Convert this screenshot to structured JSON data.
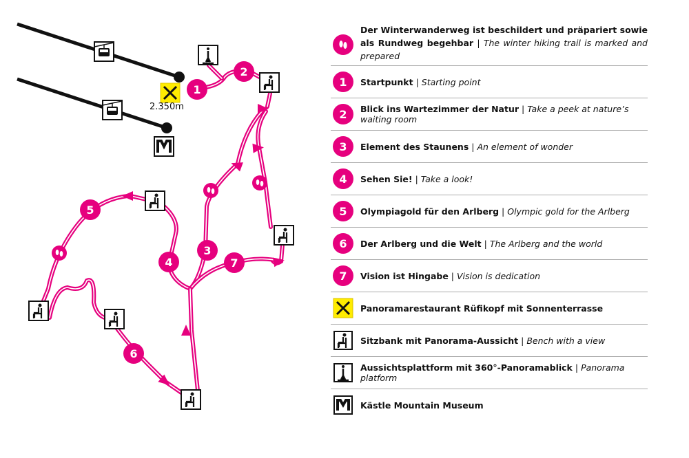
{
  "colors": {
    "trail": "#e6007e",
    "restaurant": "#ffec00",
    "lift": "#111111"
  },
  "map": {
    "altitude": "2.350m",
    "markers": [
      "1",
      "2",
      "3",
      "4",
      "5",
      "6",
      "7"
    ],
    "museum_letter": "M"
  },
  "legend": [
    {
      "icon": "footprints-icon",
      "de": "Der Winterwanderweg ist beschildert und präpariert sowie als Rundweg begehbar",
      "en": "The winter hiking trail is marked and prepared"
    },
    {
      "icon": "number-1",
      "num": "1",
      "de": "Startpunkt",
      "en": "Starting point"
    },
    {
      "icon": "number-2",
      "num": "2",
      "de": "Blick ins Wartezimmer der Natur",
      "en": "Take a peek at nature’s waiting room"
    },
    {
      "icon": "number-3",
      "num": "3",
      "de": "Element des Staunens",
      "en": "An element of wonder"
    },
    {
      "icon": "number-4",
      "num": "4",
      "de": "Sehen Sie!",
      "en": "Take a look!"
    },
    {
      "icon": "number-5",
      "num": "5",
      "de": "Olympiagold für den Arlberg",
      "en": "Olympic gold for the Arlberg"
    },
    {
      "icon": "number-6",
      "num": "6",
      "de": "Der Arlberg und die Welt",
      "en": "The Arlberg and the world"
    },
    {
      "icon": "number-7",
      "num": "7",
      "de": "Vision ist Hingabe",
      "en": "Vision is dedication"
    },
    {
      "icon": "restaurant-icon",
      "de": "Panoramarestaurant Rüfikopf mit Sonnenterrasse",
      "en": ""
    },
    {
      "icon": "bench-icon",
      "de": "Sitzbank mit Panorama-Aussicht",
      "en": "Bench with a view"
    },
    {
      "icon": "platform-icon",
      "de": "Aussichtsplattform mit 360°-Panoramablick",
      "en": "Panorama platform"
    },
    {
      "icon": "museum-icon",
      "de": "Kästle Mountain Museum",
      "en": ""
    }
  ],
  "separator": "|"
}
